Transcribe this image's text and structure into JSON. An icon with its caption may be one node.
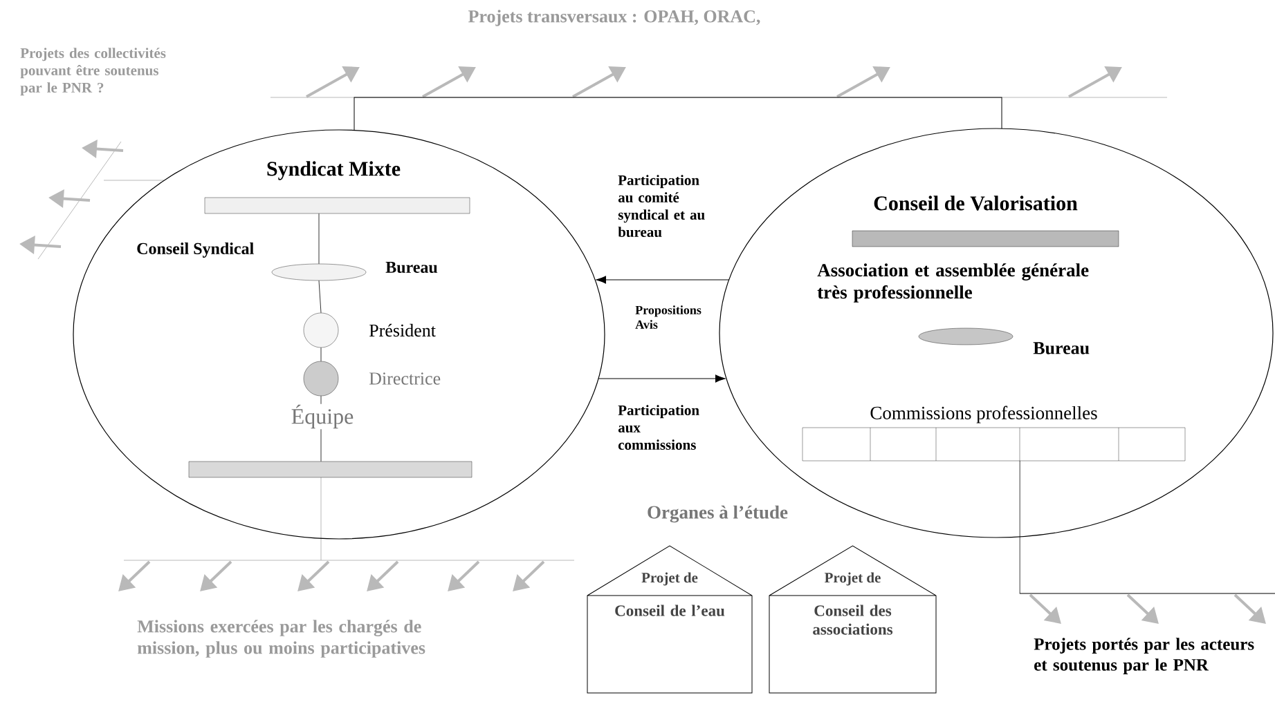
{
  "diagram": {
    "title": "Projets transversaux : OPAH, ORAC,",
    "nodes": [
      {
        "text": [
          "Syndicat Mixte"
        ]
      },
      {
        "text": [],
        "shape": "bar",
        "in": 0,
        "beside": [
          "Conseil Syndical"
        ]
      },
      {
        "text": [],
        "shape": "ellipse",
        "in": 0,
        "beside": [
          "Bureau"
        ]
      },
      {
        "text": [],
        "shape": "circle",
        "in": 0,
        "beside": [
          "Président"
        ]
      },
      {
        "text": [],
        "shape": "circle",
        "in": 0,
        "beside": [
          "Directrice"
        ]
      },
      {
        "text": [],
        "shape": "bar",
        "in": 0
      },
      {
        "text": [
          "Conseil de Valorisation"
        ]
      },
      {
        "text": [],
        "shape": "bar",
        "in": 6,
        "beside": [
          "Association et assemblée générale très professionnelle"
        ]
      },
      {
        "text": [],
        "shape": "ellipse",
        "in": 6,
        "beside": [
          "Bureau"
        ]
      },
      {
        "text": [],
        "shape": "box",
        "in": 6,
        "beside": [
          "Commissions professionnelles"
        ]
      },
      {
        "text": [
          "Projet de",
          "Conseil de l’eau"
        ]
      },
      {
        "text": [
          "Projet de",
          "Conseil des associations"
        ]
      }
    ],
    "edges": [
      {
        "from": 1,
        "to": 2,
        "arrow": "none"
      },
      {
        "from": 2,
        "to": 3,
        "arrow": "none"
      },
      {
        "from": 3,
        "to": 4,
        "arrow": "none"
      },
      {
        "from": 4,
        "to": 5,
        "arrow": "none"
      },
      {
        "from": 6,
        "to": 0,
        "arrow": "to",
        "label": "Participation au comité syndical et au bureau"
      },
      {
        "from": 0,
        "to": 6,
        "arrow": "to",
        "label": "Participation aux commissions"
      },
      {
        "from": 0,
        "to": 6,
        "arrow": "none"
      }
    ],
    "labels": [
      "Projets des collectivités pouvant être soutenus par le PNR ?",
      "Équipe",
      "Propositions Avis",
      "Organes à l’étude",
      "Missions exercées par les chargés de mission, plus ou moins participatives",
      "Projets portés par les acteurs et soutenus par le PNR"
    ]
  }
}
